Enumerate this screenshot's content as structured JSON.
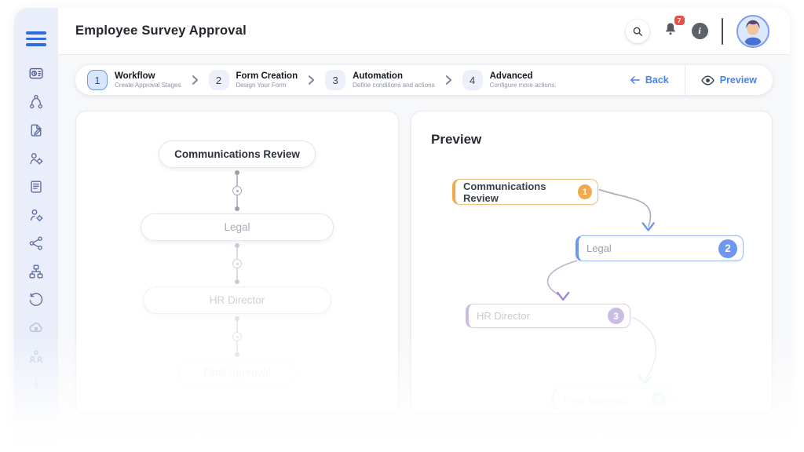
{
  "header": {
    "title": "Employee Survey Approval",
    "notification_count": "7",
    "info_glyph": "i"
  },
  "stepper": {
    "steps": [
      {
        "number": "1",
        "title": "Workflow",
        "subtitle": "Create Approval Stages",
        "active": true
      },
      {
        "number": "2",
        "title": "Form Creation",
        "subtitle": "Design Your Form",
        "active": false
      },
      {
        "number": "3",
        "title": "Automation",
        "subtitle": "Define conditions and actions",
        "active": false
      },
      {
        "number": "4",
        "title": "Advanced",
        "subtitle": "Configure more actions.",
        "active": false
      }
    ],
    "back_label": "Back",
    "preview_label": "Preview"
  },
  "sidebar": {
    "icons": [
      {
        "name": "dashboard-icon"
      },
      {
        "name": "workflow-icon"
      },
      {
        "name": "form-edit-icon"
      },
      {
        "name": "approver-settings-icon"
      },
      {
        "name": "reports-icon"
      },
      {
        "name": "user-management-icon"
      },
      {
        "name": "integrations-icon"
      },
      {
        "name": "org-chart-icon"
      },
      {
        "name": "history-icon"
      },
      {
        "name": "cloud-settings-icon"
      },
      {
        "name": "team-icon"
      },
      {
        "name": "node-icon"
      }
    ]
  },
  "workflow_canvas": {
    "stages": [
      {
        "label": "Communications Review"
      },
      {
        "label": "Legal"
      },
      {
        "label": "HR Director"
      },
      {
        "label": "Final Approval"
      }
    ]
  },
  "preview_panel": {
    "title": "Preview",
    "cards": [
      {
        "label": "Communications Review",
        "badge": "1",
        "accent": "#F2A94E",
        "border": "#EFC07C"
      },
      {
        "label": "Legal",
        "badge": "2",
        "accent": "#6D97F0",
        "border": "#9EB9F4"
      },
      {
        "label": "HR Director",
        "badge": "3",
        "accent": "#A287CF",
        "border": "#BCA8DC"
      },
      {
        "label": "Final Approval",
        "badge": "4",
        "accent": "#8FD4C6",
        "border": "#AADFD4"
      }
    ]
  },
  "colors": {
    "accent_blue": "#4A84EA",
    "active_step_border": "#6B96E8",
    "sidebar_bg": "#E9EEFA",
    "hamburger_blue": "#2F6BDF",
    "notification_red": "#E8514A",
    "connector_gray": "#A7ADB8"
  }
}
